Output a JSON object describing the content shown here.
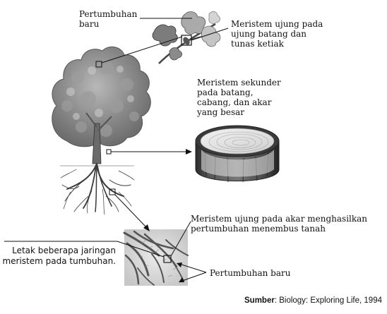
{
  "labels": {
    "new_growth_top": "Pertumbuhan\nbaru",
    "apical_meristem_stem": "Meristem ujung pada\nujung batang dan\ntunas ketiak",
    "secondary_meristem": "Meristem sekunder\npada batang,\ncabang, dan akar\nyang besar",
    "root_apical_meristem": "Meristem ujung pada akar menghasilkan\npertumbuhan menembus tanah",
    "new_growth_bottom": "Pertumbuhan baru"
  },
  "caption": "Letak beberapa jaringan\nmeristem pada tumbuhan.",
  "source": {
    "prefix": "Sumber",
    "separator": ": ",
    "text": "Biology: Exploring Life, 1994"
  },
  "icons": [
    "tree-illustration",
    "leaf-shoot-illustration",
    "log-cross-section-illustration",
    "root-tip-illustration"
  ]
}
